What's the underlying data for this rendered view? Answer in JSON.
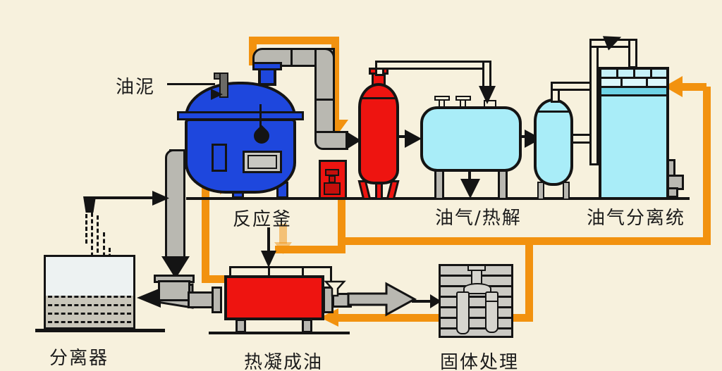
{
  "diagram": {
    "type": "process-flow-diagram",
    "labels": {
      "feed": "油泥",
      "reactor": "反应釜",
      "pyrolysis": "油气/热解",
      "gas_separation": "油气分离统",
      "separator": "分离器",
      "condenser": "热凝成油",
      "solid_treatment": "固体处理"
    },
    "colors": {
      "background": "#f7f1dd",
      "reactor_blue": "#1e47dd",
      "vessel_red": "#ee1410",
      "tank_cyan": "#a9edf8",
      "pipe_gray": "#b9b8b1",
      "flow_orange": "#f2920f",
      "outline_black": "#141414"
    }
  }
}
